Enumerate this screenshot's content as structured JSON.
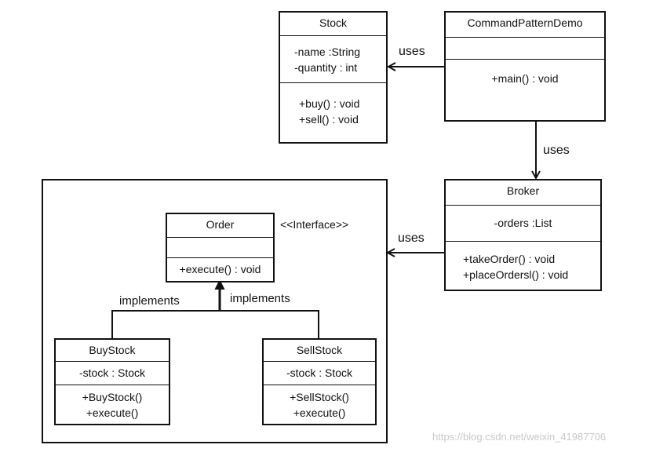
{
  "classes": {
    "stock": {
      "name": "Stock",
      "attributes": [
        "-name :String",
        "-quantity : int"
      ],
      "operations": [
        "+buy() : void",
        "+sell() : void"
      ]
    },
    "command_pattern_demo": {
      "name": "CommandPatternDemo",
      "attributes": [],
      "operations": [
        "+main() : void"
      ]
    },
    "broker": {
      "name": "Broker",
      "attributes": [
        "-orders :List"
      ],
      "operations": [
        "+takeOrder() : void",
        "+placeOrdersl() : void"
      ]
    },
    "order": {
      "name": "Order",
      "stereotype": "<<Interface>>",
      "attributes": [],
      "operations": [
        "+execute() : void"
      ]
    },
    "buy_stock": {
      "name": "BuyStock",
      "attributes": [
        "-stock : Stock"
      ],
      "operations": [
        "+BuyStock()",
        "+execute()"
      ]
    },
    "sell_stock": {
      "name": "SellStock",
      "attributes": [
        "-stock : Stock"
      ],
      "operations": [
        "+SellStock()",
        "+execute()"
      ]
    }
  },
  "relations": {
    "demo_uses_stock": "uses",
    "demo_uses_broker": "uses",
    "broker_uses_orders": "uses",
    "buystock_implements": "implements",
    "sellstock_implements": "implements"
  },
  "watermark": "https://blog.csdn.net/weixin_41987706"
}
